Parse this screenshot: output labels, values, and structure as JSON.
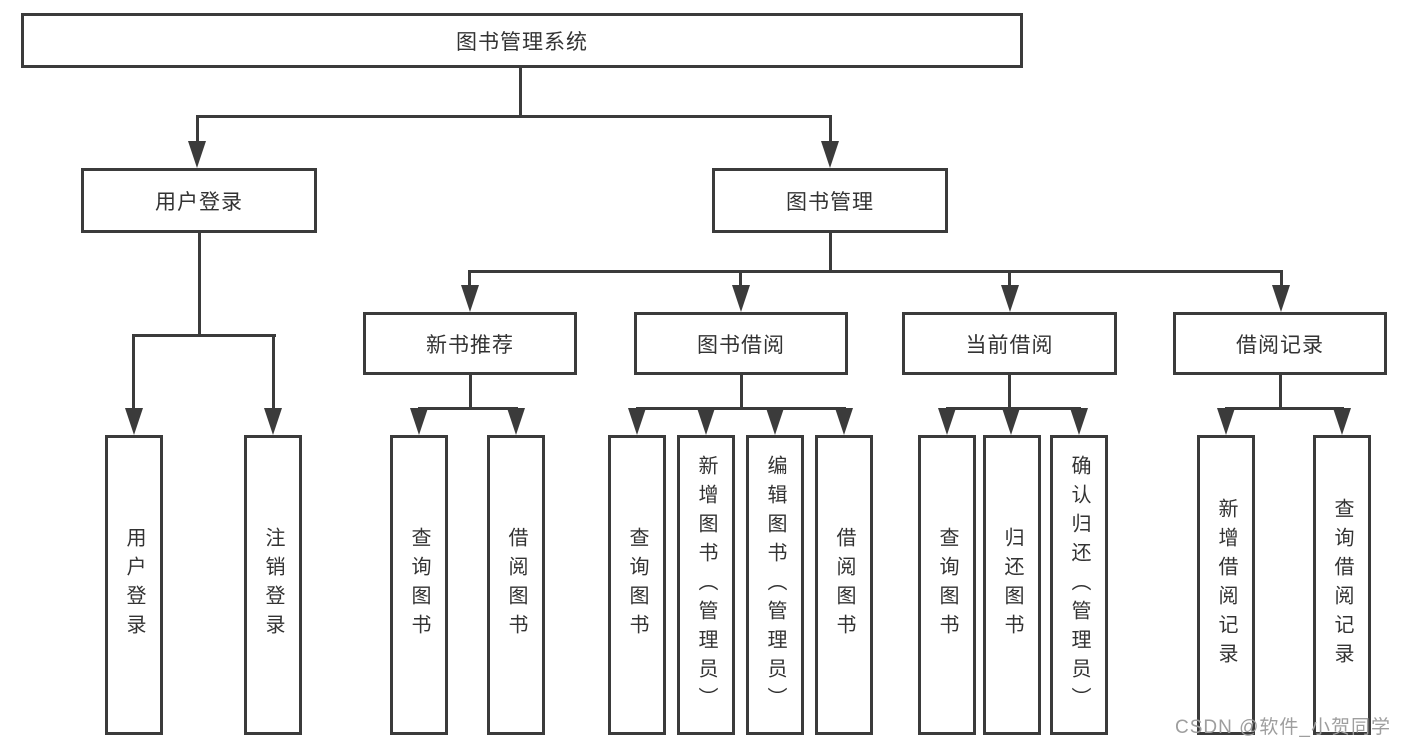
{
  "nodes": {
    "root": "图书管理系统",
    "user_login": "用户登录",
    "book_management": "图书管理",
    "new_book_recommend": "新书推荐",
    "book_borrowing": "图书借阅",
    "current_borrowing": "当前借阅",
    "borrowing_records": "借阅记录",
    "leaf_user_login": "用户登录",
    "leaf_logout": "注销登录",
    "leaf_query_books_recommend": "查询图书",
    "leaf_borrow_books_recommend": "借阅图书",
    "leaf_query_books_borrowing": "查询图书",
    "leaf_add_books_admin": "新增图书（管理员）",
    "leaf_edit_books_admin": "编辑图书（管理员）",
    "leaf_borrow_books_borrowing": "借阅图书",
    "leaf_query_books_current": "查询图书",
    "leaf_return_books": "归还图书",
    "leaf_confirm_return_admin": "确认归还（管理员）",
    "leaf_add_borrow_record": "新增借阅记录",
    "leaf_query_borrow_record": "查询借阅记录"
  },
  "hierarchy": {
    "图书管理系统": [
      "用户登录",
      "图书管理"
    ],
    "用户登录": [
      "用户登录",
      "注销登录"
    ],
    "图书管理": [
      "新书推荐",
      "图书借阅",
      "当前借阅",
      "借阅记录"
    ],
    "新书推荐": [
      "查询图书",
      "借阅图书"
    ],
    "图书借阅": [
      "查询图书",
      "新增图书（管理员）",
      "编辑图书（管理员）",
      "借阅图书"
    ],
    "当前借阅": [
      "查询图书",
      "归还图书",
      "确认归还（管理员）"
    ],
    "借阅记录": [
      "新增借阅记录",
      "查询借阅记录"
    ]
  },
  "watermark": {
    "text": "CSDN @软件_小贺同学"
  },
  "colors": {
    "line": "#3b3b3b",
    "text": "#333333",
    "watermark": "#9e9e9e",
    "background": "#ffffff"
  }
}
